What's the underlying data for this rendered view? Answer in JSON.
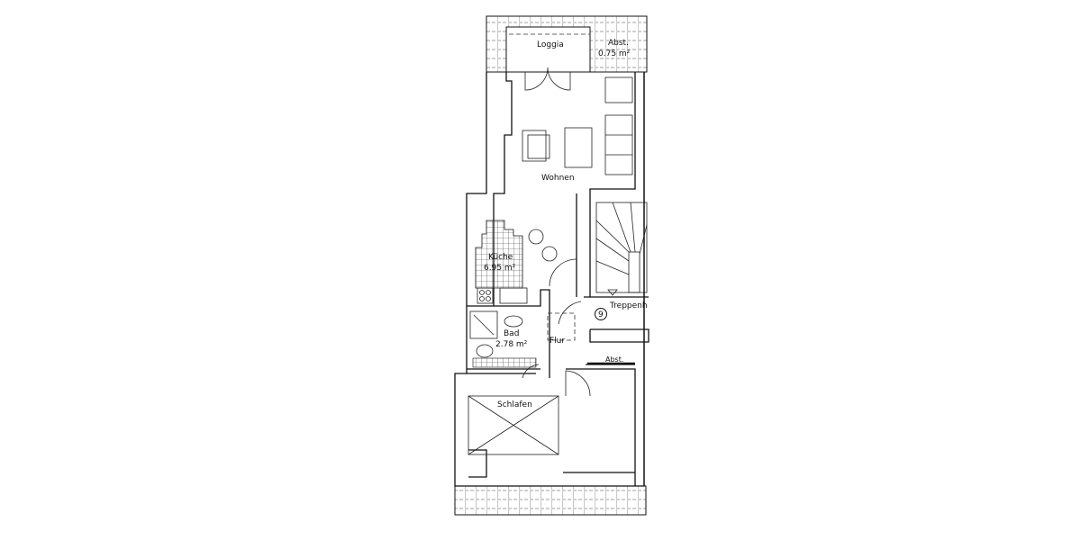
{
  "rooms": {
    "loggia": "Loggia",
    "abst_top": "Abst.",
    "abst_top_area": "0.75 m²",
    "wohnen": "Wohnen",
    "kueche": "Küche",
    "kueche_area": "6.95 m²",
    "bad": "Bad",
    "bad_area": "2.78 m²",
    "flur": "Flur",
    "treppenhaus": "Treppenh",
    "treppenhaus_number": "9",
    "abst_mid": "Abst.",
    "schlafen": "Schlafen"
  },
  "colors": {
    "line": "#111111",
    "background": "#ffffff"
  }
}
